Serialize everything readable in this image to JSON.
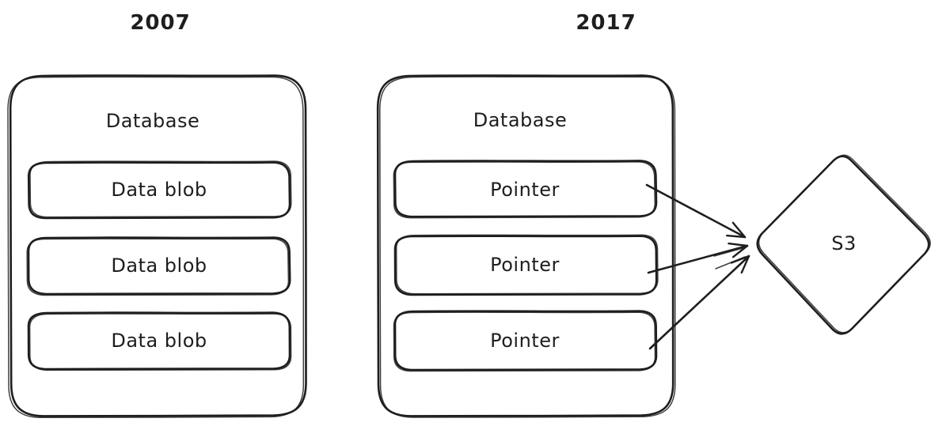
{
  "diagram": {
    "left": {
      "year": "2007",
      "container": "Database",
      "items": [
        "Data blob",
        "Data blob",
        "Data blob"
      ]
    },
    "right": {
      "year": "2017",
      "container": "Database",
      "items": [
        "Pointer",
        "Pointer",
        "Pointer"
      ]
    },
    "storage": "S3",
    "colors": {
      "stroke": "#1e1e1e",
      "background": "#ffffff"
    }
  }
}
